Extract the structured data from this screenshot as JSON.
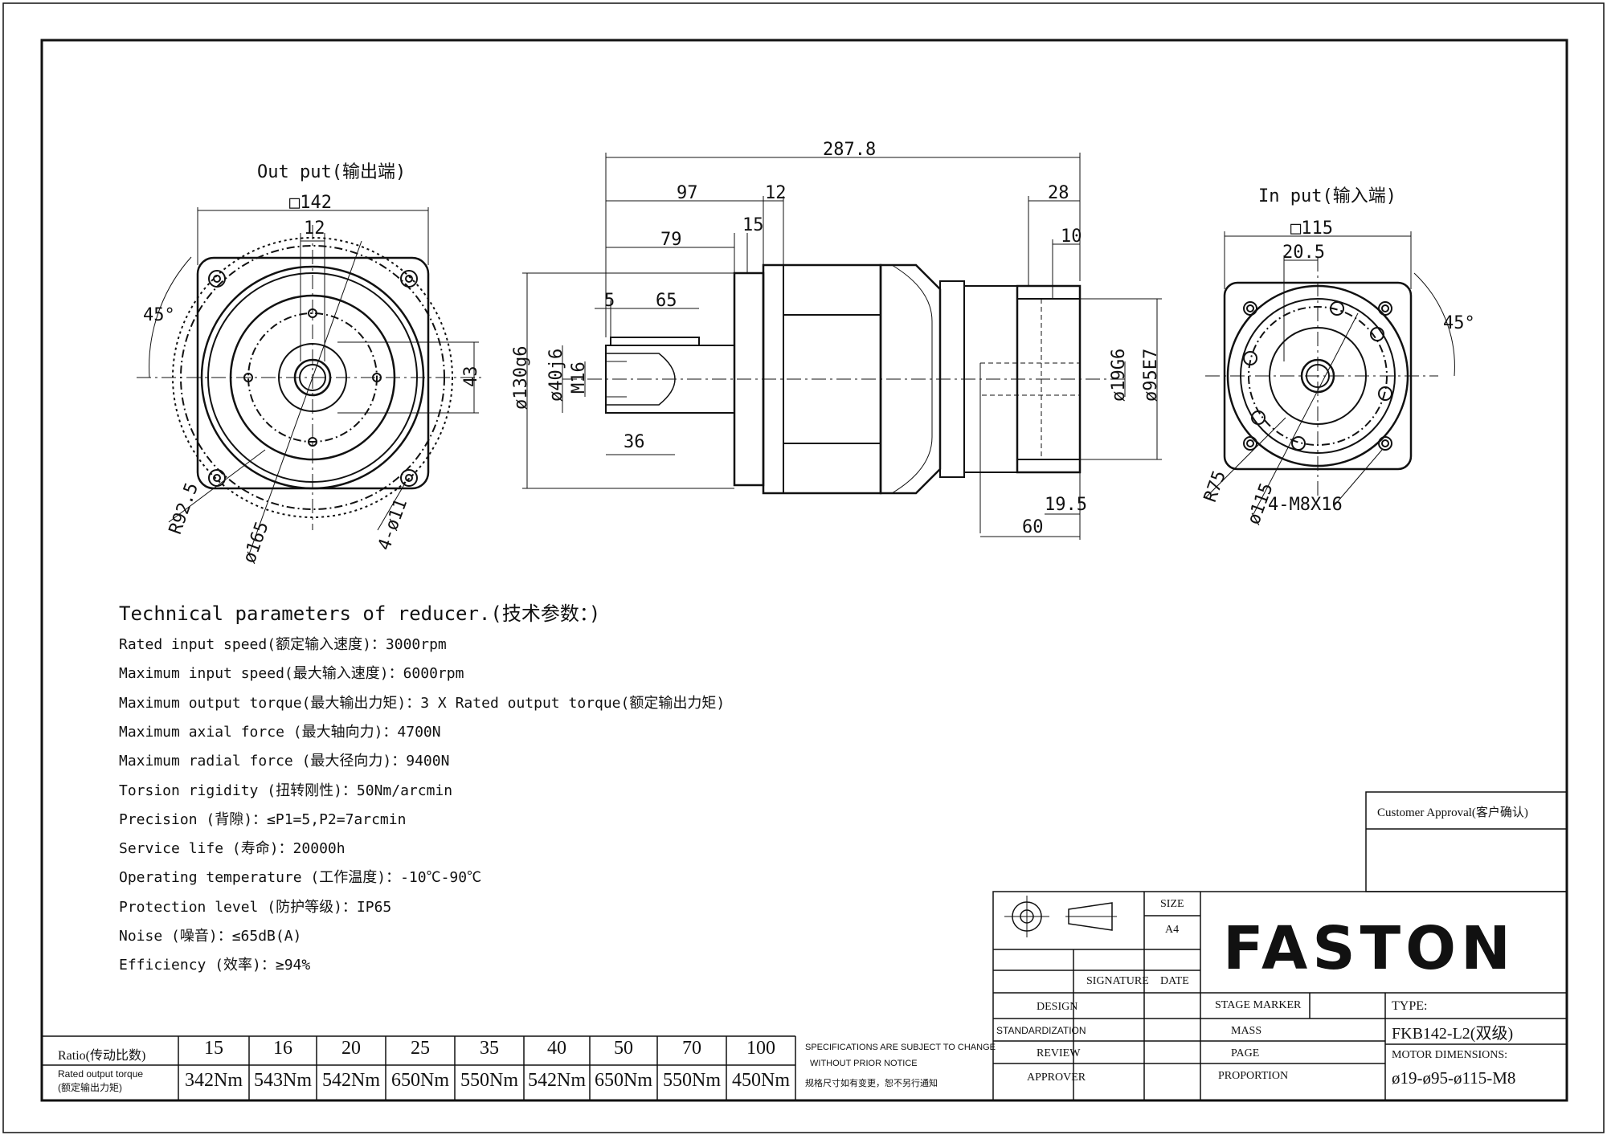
{
  "views": {
    "output_title": "Out put(输出端)",
    "input_title": "In put(输入端)"
  },
  "dimensions": {
    "out_square": "□142",
    "out_12": "12",
    "out_43": "43",
    "out_45deg": "45°",
    "out_r925": "R92.5",
    "out_d165": "ø165",
    "out_4d11": "4-ø11",
    "side_2878": "287.8",
    "side_97": "97",
    "side_12": "12",
    "side_79": "79",
    "side_15": "15",
    "side_5": "5",
    "side_65": "65",
    "side_36": "36",
    "side_28": "28",
    "side_10": "10",
    "side_195": "19.5",
    "side_60": "60",
    "side_d130": "ø130g6",
    "side_d40": "ø40j6",
    "side_m16": "M16",
    "side_d19": "ø19G6",
    "side_d95": "ø95E7",
    "in_square": "□115",
    "in_205": "20.5",
    "in_45deg": "45°",
    "in_r75": "R75",
    "in_d115": "ø115",
    "in_4m8": "4-M8X16"
  },
  "technical": {
    "title": "Technical parameters of reducer.(技术参数：)",
    "lines": [
      "Rated input speed(额定输入速度)：3000rpm",
      "Maximum input speed(最大输入速度)：6000rpm",
      "Maximum output torque(最大输出力矩)：3 X Rated output torque(额定输出力矩)",
      "Maximum axial force (最大轴向力)：4700N",
      "Maximum radial force (最大径向力)：9400N",
      "Torsion rigidity (扭转刚性)：50Nm/arcmin",
      "Precision (背隙)：≤P1=5,P2=7arcmin",
      "Service life (寿命)：20000h",
      "Operating temperature (工作温度)：-10℃-90℃",
      "Protection level (防护等级)：IP65",
      "Noise (噪音)：≤65dB(A)",
      "Efficiency (效率)：≥94%"
    ]
  },
  "ratio_table": {
    "ratio_label": "Ratio(传动比数)",
    "torque_label_en": "Rated output torque",
    "torque_label_cn": "(额定输出力矩)",
    "ratios": [
      "15",
      "16",
      "20",
      "25",
      "35",
      "40",
      "50",
      "70",
      "100"
    ],
    "torques": [
      "342Nm",
      "543Nm",
      "542Nm",
      "650Nm",
      "550Nm",
      "542Nm",
      "650Nm",
      "550Nm",
      "450Nm"
    ]
  },
  "notice": {
    "line1": "SPECIFICATIONS ARE SUBJECT TO CHANGE",
    "line2": "WITHOUT PRIOR NOTICE",
    "line3": "规格尺寸如有变更，恕不另行通知"
  },
  "title_block": {
    "size_label": "SIZE",
    "size_value": "A4",
    "signature": "SIGNATURE",
    "date": "DATE",
    "design": "DESIGN",
    "standardization": "STANDARDIZATION",
    "review": "REVIEW",
    "approver": "APPROVER",
    "stage_marker": "STAGE MARKER",
    "mass": "MASS",
    "page": "PAGE",
    "proportion": "PROPORTION",
    "type_label": "TYPE:",
    "type_value": "FKB142-L2(双级)",
    "motor_label": "MOTOR DIMENSIONS:",
    "motor_value": "ø19-ø95-ø115-M8",
    "logo": "FASTON",
    "customer_approval": "Customer Approval(客户确认)"
  }
}
